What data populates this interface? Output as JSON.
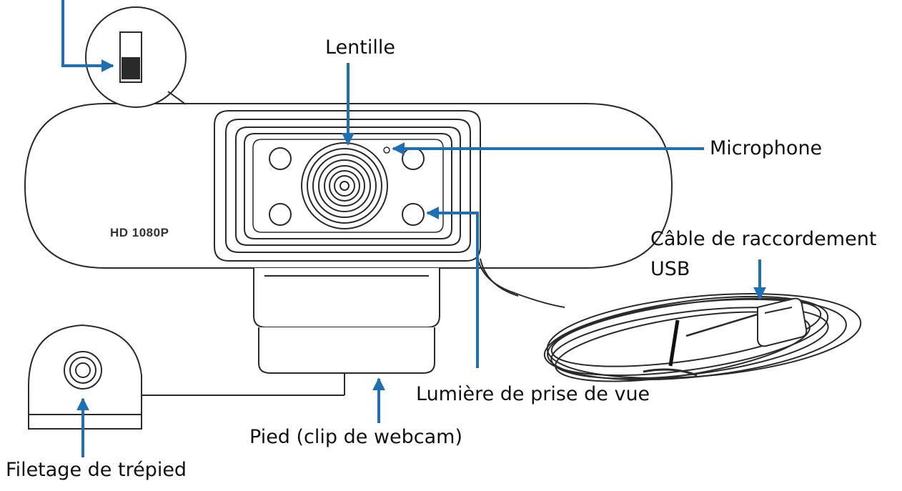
{
  "colors": {
    "arrow": "#1f6fb5",
    "outline": "#2a2a2a",
    "background": "#ffffff"
  },
  "labels": {
    "lens": "Lentille",
    "microphone": "Microphone",
    "usb_cable_line1": "Câble de raccordement",
    "usb_cable_line2": "USB",
    "indicator_light": "Lumière de prise de vue",
    "stand": "Pied (clip de webcam)",
    "tripod_thread": "Filetage de trépied"
  },
  "device": {
    "model_text": "HD 1080P"
  },
  "icons": [
    "privacy-switch-icon",
    "tripod-thread-icon"
  ]
}
